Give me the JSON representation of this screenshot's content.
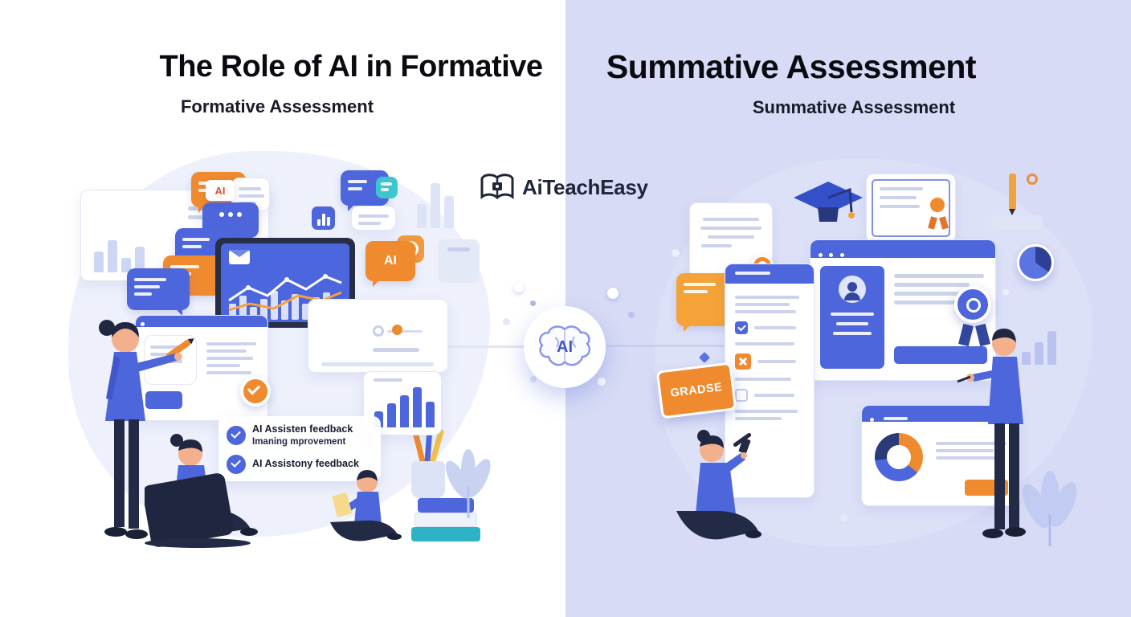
{
  "titles": {
    "left_title": "The Role of AI in Formative",
    "left_subtitle": "Formative Assessment",
    "right_title": "Summative Assessment",
    "right_subtitle": "Summative Assessment"
  },
  "logo": {
    "text": "AiTeachEasy"
  },
  "center": {
    "ai_label": "AI"
  },
  "left": {
    "ai_bubble_label": "AI",
    "ai_card_label": "AI",
    "checklist": [
      {
        "title": "AI Assisten feedback",
        "subtitle": "Imaning mprovement"
      },
      {
        "title": "AI Assistony feedback",
        "subtitle": ""
      }
    ]
  },
  "right": {
    "grade_tag": "GRADSE"
  },
  "colors": {
    "primary_blue": "#4d66dc",
    "accent_orange": "#f08a2e",
    "navy": "#232a45",
    "teal": "#3ec6cf",
    "right_background": "#d7dbf5"
  }
}
